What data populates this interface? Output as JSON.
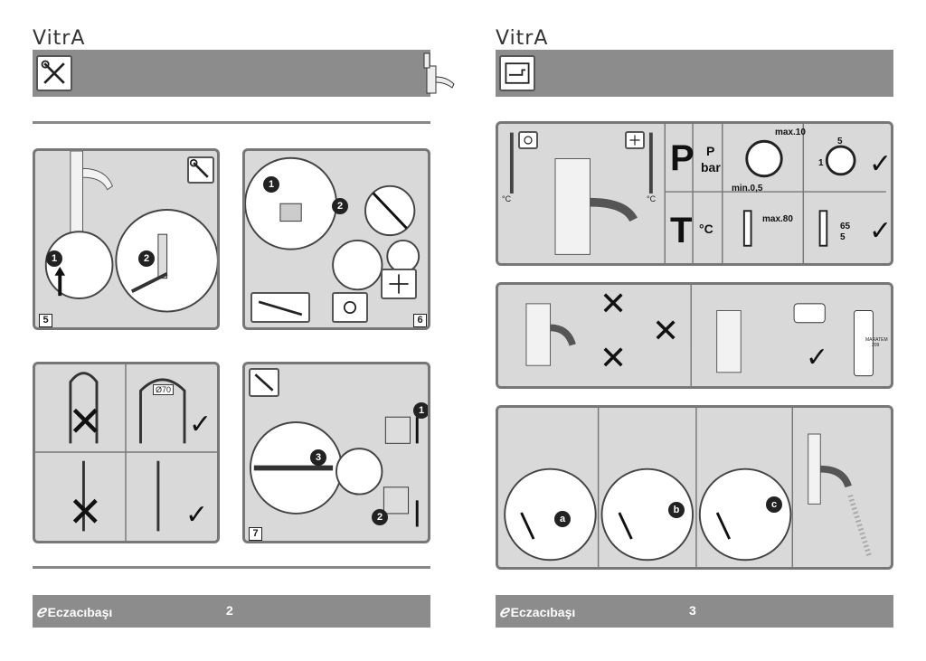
{
  "left_page": {
    "brand": "VitrA",
    "page_number": "2",
    "footer_logo": "Eczacıbaşı",
    "header_icon": "wrench-screwdriver-icon",
    "panels": {
      "step5": {
        "number": "5",
        "callouts": [
          "1",
          "2"
        ]
      },
      "step6": {
        "number": "6",
        "callouts": [
          "1",
          "2"
        ]
      },
      "hose": {
        "diameter_label": "Ø70"
      },
      "step7": {
        "number": "7",
        "callouts": [
          "1",
          "2",
          "3"
        ]
      }
    }
  },
  "right_page": {
    "brand": "VitrA",
    "page_number": "3",
    "footer_logo": "Eczacıbaşı",
    "header_icon": "hand-pointing-icon",
    "specs": {
      "pressure_letter": "P",
      "pressure_unit_top": "P",
      "pressure_unit_bottom": "bar",
      "pressure_max": "max.10",
      "pressure_min": "min.0,5",
      "pressure_ok_scale_top": "5",
      "pressure_ok_scale_left": "1",
      "temp_letter": "T",
      "temp_unit": "°C",
      "temp_max": "max.80",
      "temp_ok_high": "65",
      "temp_ok_low": "5",
      "thermo_unit": "°C"
    },
    "cleaning": {
      "product_label_line1": "MARATEM",
      "product_label_line2": "209"
    },
    "aerator": {
      "callouts": [
        "a",
        "b",
        "c"
      ]
    }
  },
  "colors": {
    "header_gray": "#8c8c8c",
    "panel_gray": "#d9d9d9",
    "border_gray": "#777777"
  }
}
